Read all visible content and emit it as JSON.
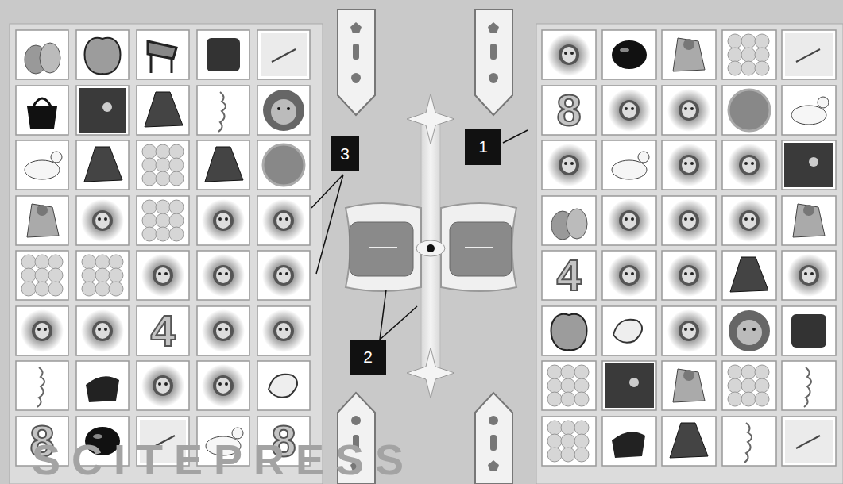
{
  "diagram": {
    "nodes": [
      {
        "text": [
          "3"
        ]
      },
      {
        "text": [
          "1"
        ]
      },
      {
        "text": [
          "2"
        ]
      }
    ],
    "labels": [
      "4",
      "8",
      "8",
      "8",
      "4",
      "SCITEPRESS"
    ]
  }
}
